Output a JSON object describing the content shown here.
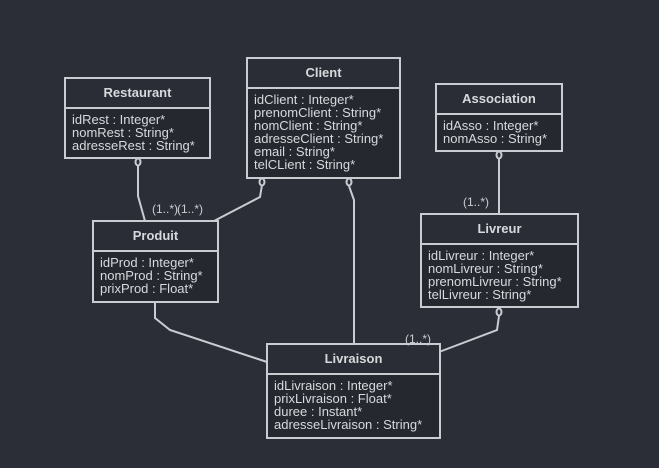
{
  "classes": {
    "restaurant": {
      "name": "Restaurant",
      "attributes": [
        "idRest : Integer*",
        "nomRest : String*",
        "adresseRest : String*"
      ]
    },
    "client": {
      "name": "Client",
      "attributes": [
        "idClient : Integer*",
        "prenomClient : String*",
        "nomClient : String*",
        "adresseClient : String*",
        "email : String*",
        "telCLient : String*"
      ]
    },
    "association": {
      "name": "Association",
      "attributes": [
        "idAsso : Integer*",
        "nomAsso : String*"
      ]
    },
    "produit": {
      "name": "Produit",
      "attributes": [
        "idProd : Integer*",
        "nomProd : String*",
        "prixProd : Float*"
      ]
    },
    "livreur": {
      "name": "Livreur",
      "attributes": [
        "idLivreur : Integer*",
        "nomLivreur : String*",
        "prenomLivreur : String*",
        "telLivreur : String*"
      ]
    },
    "livraison": {
      "name": "Livraison",
      "attributes": [
        "idLivraison : Integer*",
        "prixLivraison : Float*",
        "duree : Instant*",
        "adresseLivraison : String*"
      ]
    }
  },
  "multiplicities": {
    "restaurant_produit": "(1..*)",
    "client_produit": "(1..*)",
    "association_livreur": "(1..*)",
    "livreur_livraison": "(1..*)"
  }
}
